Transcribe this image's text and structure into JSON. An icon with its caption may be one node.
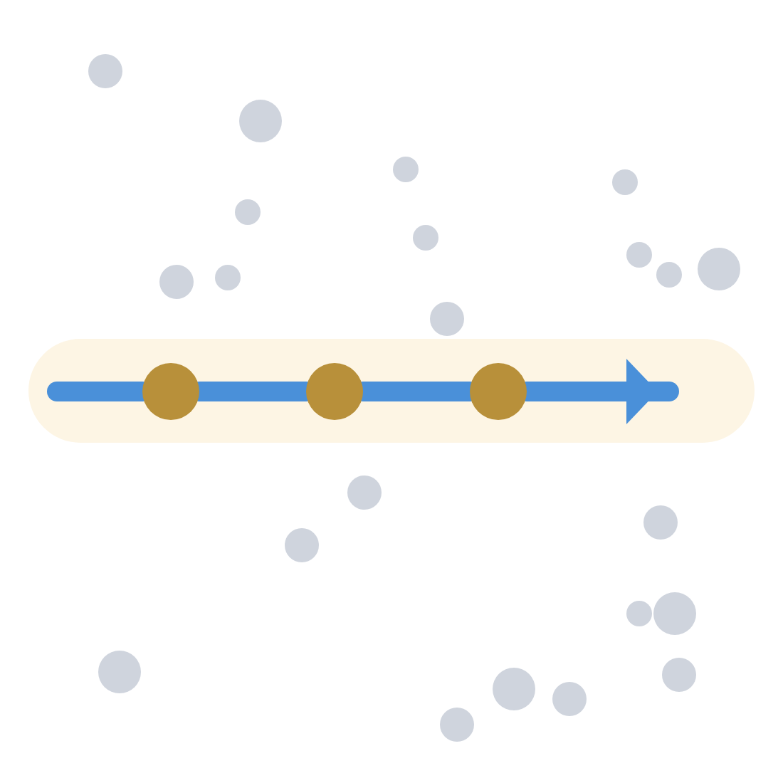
{
  "diagram": {
    "nodes": [
      {
        "text": [],
        "shape": "bar"
      },
      {
        "text": [],
        "shape": "circle",
        "in": 0
      },
      {
        "text": [],
        "shape": "circle",
        "in": 0
      },
      {
        "text": [],
        "shape": "circle",
        "in": 0
      }
    ],
    "edges": [
      {
        "from": null,
        "to": 1,
        "arrow": "none"
      },
      {
        "from": 1,
        "to": 2,
        "arrow": "none"
      },
      {
        "from": 2,
        "to": 3,
        "arrow": "none"
      },
      {
        "from": 3,
        "to": null,
        "arrow": "to"
      }
    ]
  }
}
